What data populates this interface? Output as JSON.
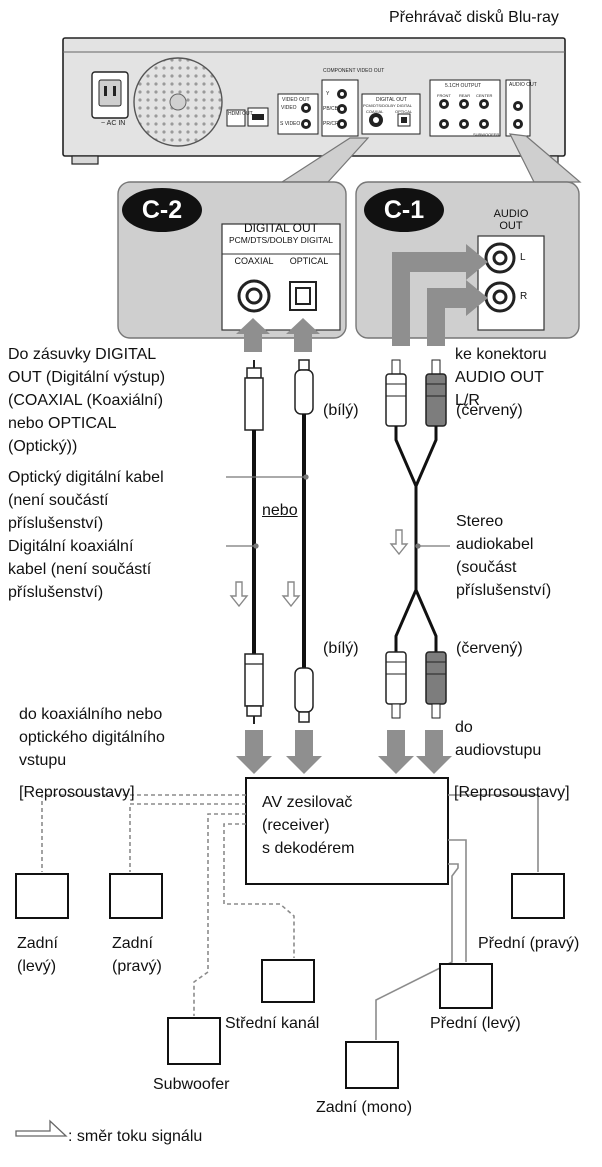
{
  "player_title": "Přehrávač disků Blu-ray",
  "panel_c2": {
    "badge": "C-2",
    "heading": "DIGITAL OUT",
    "subheading": "PCM/DTS/DOLBY DIGITAL",
    "coaxial": "COAXIAL",
    "optical": "OPTICAL"
  },
  "panel_c1": {
    "badge": "C-1",
    "heading": "AUDIO\nOUT",
    "left": "L",
    "right": "R"
  },
  "rear_panel": {
    "ac_in": "~ AC IN",
    "hdmi": "HDMI\nOUT",
    "video_out": "VIDEO OUT",
    "video": "VIDEO",
    "s_video": "S VIDEO",
    "component": "COMPONENT\nVIDEO OUT",
    "y": "Y",
    "pb": "PB/CB",
    "pr": "PR/CR",
    "digital_out": "DIGITAL OUT",
    "digital_sub": "PCM/DTS/DOLBY DIGITAL",
    "coaxial": "COAXIAL",
    "optical": "OPTICAL",
    "ch51": "5.1CH OUTPUT",
    "front": "FRONT",
    "rear": "REAR",
    "center": "CENTER",
    "subwoofer": "SUBWOOFER",
    "audio_out": "AUDIO\nOUT"
  },
  "labels": {
    "to_digital_out": "Do zásuvky DIGITAL\nOUT (Digitální výstup)\n(COAXIAL (Koaxiální)\nnebo OPTICAL\n(Optický))",
    "to_audio_out": "ke konektoru\nAUDIO OUT\nL/R",
    "white_top": "(bílý)",
    "red_top": "(červený)",
    "optical_cable": "Optický digitální kabel\n(není součástí\npříslušenství)",
    "or": "nebo",
    "coax_cable": "Digitální koaxiální\nkabel (není součástí\npříslušenství)",
    "stereo_cable": "Stereo\naudiokabel\n(součást\npříslušenství)",
    "white_bottom": "(bílý)",
    "red_bottom": "(červený)",
    "to_coax_optical_in": "do koaxiálního nebo\noptického digitálního\nvstupu",
    "to_audio_in": "do\naudiovstupu",
    "speakers_left": "[Reprosoustavy]",
    "speakers_right": "[Reprosoustavy]",
    "receiver": "AV zesilovač\n(receiver)\ns dekodérem"
  },
  "speakers": {
    "rear_left": "Zadní\n(levý)",
    "rear_right": "Zadní\n(pravý)",
    "front_right": "Přední (pravý)",
    "center": "Střední kanál",
    "front_left": "Přední (levý)",
    "subwoofer": "Subwoofer",
    "rear_mono": "Zadní (mono)"
  },
  "legend": ": směr toku signálu"
}
